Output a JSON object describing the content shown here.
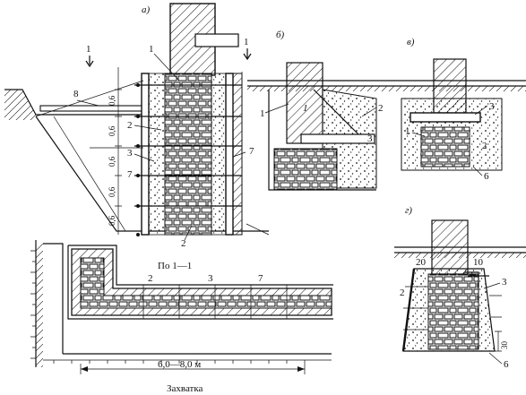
{
  "figure_labels": {
    "a": "а)",
    "b": "б)",
    "v": "в)",
    "g": "г)"
  },
  "section_marks": {
    "left": "1",
    "right": "1"
  },
  "fig_a": {
    "callouts": [
      "1",
      "2",
      "3",
      "7",
      "8",
      "7",
      "2"
    ],
    "dims": [
      "0,6",
      "0,6",
      "0,6",
      "0,6",
      "0,6"
    ]
  },
  "plan": {
    "caption": "По 1—1",
    "callouts": [
      "2",
      "3",
      "7"
    ],
    "dimension": "6,0—8,0 м",
    "label": "Захватка"
  },
  "fig_b": {
    "callouts": [
      "1",
      "2",
      "1",
      "3"
    ]
  },
  "fig_v": {
    "callouts": [
      "3",
      "1",
      "2",
      "6"
    ]
  },
  "fig_g": {
    "callouts": [
      "20",
      "10",
      "2",
      "3",
      "30",
      "6"
    ]
  }
}
